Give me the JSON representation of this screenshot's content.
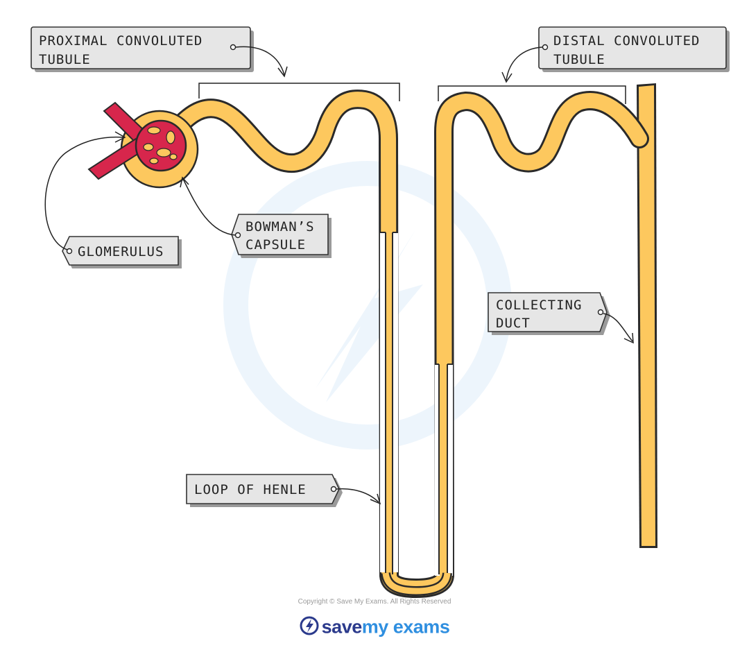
{
  "labels": {
    "pct_line1": "PROXIMAL CONVOLUTED",
    "pct_line2": "TUBULE",
    "dct_line1": "DISTAL CONVOLUTED",
    "dct_line2": "TUBULE",
    "glomerulus": "GLOMERULUS",
    "bowmans_line1": "BOWMAN’S",
    "bowmans_line2": "CAPSULE",
    "collecting_line1": "COLLECTING",
    "collecting_line2": "DUCT",
    "loop": "LOOP OF HENLE"
  },
  "footer": {
    "copyright": "Copyright © Save My Exams. All Rights Reserved",
    "brand_word1": "save",
    "brand_word2": "my exams"
  },
  "colors": {
    "tubule_fill": "#fdc85e",
    "tubule_outline": "#2a2a2a",
    "glomerulus": "#d7264c",
    "tag_fill": "#e6e6e6",
    "watermark": "#e8f3fc",
    "brand_dark": "#2b3a8c",
    "brand_light": "#2f8fe0"
  }
}
